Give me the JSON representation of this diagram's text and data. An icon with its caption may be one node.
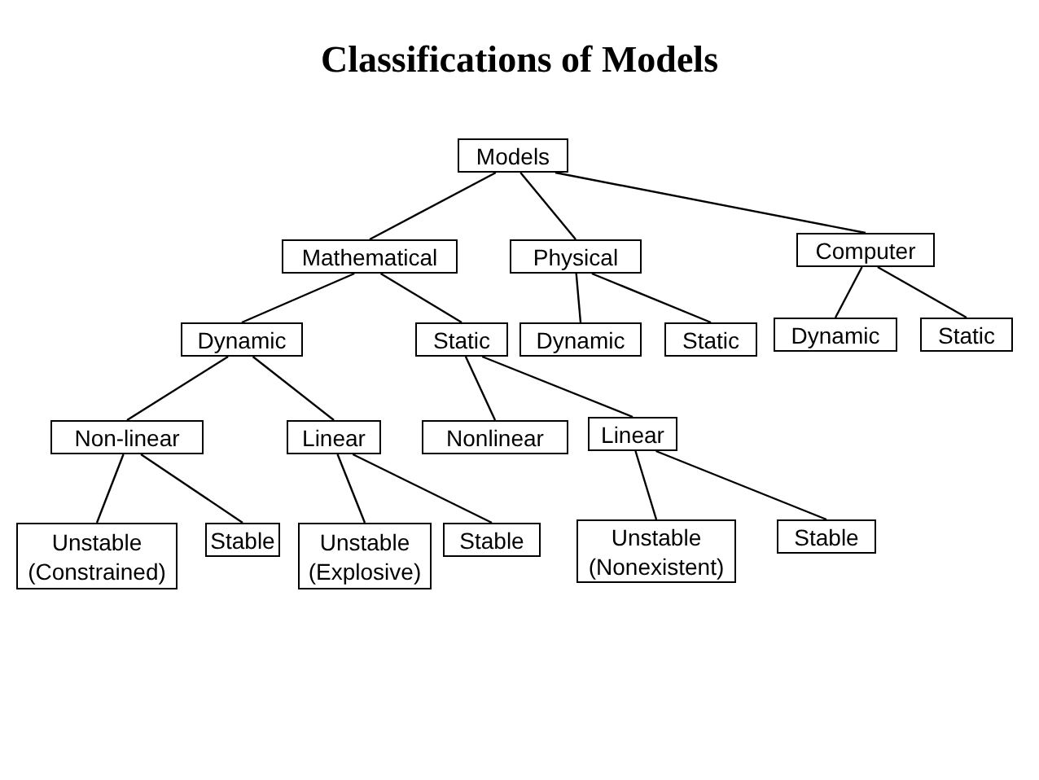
{
  "diagram": {
    "title": "Classifications of Models",
    "nodes": [
      {
        "text": [
          "Models"
        ]
      },
      {
        "text": [
          "Mathematical"
        ]
      },
      {
        "text": [
          "Physical"
        ]
      },
      {
        "text": [
          "Computer"
        ]
      },
      {
        "text": [
          "Dynamic"
        ]
      },
      {
        "text": [
          "Static"
        ]
      },
      {
        "text": [
          "Dynamic"
        ]
      },
      {
        "text": [
          "Static"
        ]
      },
      {
        "text": [
          "Dynamic"
        ]
      },
      {
        "text": [
          "Static"
        ]
      },
      {
        "text": [
          "Non-linear"
        ]
      },
      {
        "text": [
          "Linear"
        ]
      },
      {
        "text": [
          "Nonlinear"
        ]
      },
      {
        "text": [
          "Linear"
        ]
      },
      {
        "text": [
          "Unstable (Constrained)"
        ]
      },
      {
        "text": [
          "Stable"
        ]
      },
      {
        "text": [
          "Unstable (Explosive)"
        ]
      },
      {
        "text": [
          "Stable"
        ]
      },
      {
        "text": [
          "Unstable (Nonexistent)"
        ]
      },
      {
        "text": [
          "Stable"
        ]
      }
    ],
    "edges": [
      {
        "from": 0,
        "to": 1,
        "arrow": "none"
      },
      {
        "from": 0,
        "to": 2,
        "arrow": "none"
      },
      {
        "from": 0,
        "to": 3,
        "arrow": "none"
      },
      {
        "from": 1,
        "to": 4,
        "arrow": "none"
      },
      {
        "from": 1,
        "to": 5,
        "arrow": "none"
      },
      {
        "from": 2,
        "to": 6,
        "arrow": "none"
      },
      {
        "from": 2,
        "to": 7,
        "arrow": "none"
      },
      {
        "from": 3,
        "to": 8,
        "arrow": "none"
      },
      {
        "from": 3,
        "to": 9,
        "arrow": "none"
      },
      {
        "from": 4,
        "to": 10,
        "arrow": "none"
      },
      {
        "from": 4,
        "to": 11,
        "arrow": "none"
      },
      {
        "from": 5,
        "to": 12,
        "arrow": "none"
      },
      {
        "from": 5,
        "to": 13,
        "arrow": "none"
      },
      {
        "from": 10,
        "to": 14,
        "arrow": "none"
      },
      {
        "from": 10,
        "to": 15,
        "arrow": "none"
      },
      {
        "from": 11,
        "to": 16,
        "arrow": "none"
      },
      {
        "from": 11,
        "to": 17,
        "arrow": "none"
      },
      {
        "from": 13,
        "to": 18,
        "arrow": "none"
      },
      {
        "from": 13,
        "to": 19,
        "arrow": "none"
      }
    ]
  }
}
